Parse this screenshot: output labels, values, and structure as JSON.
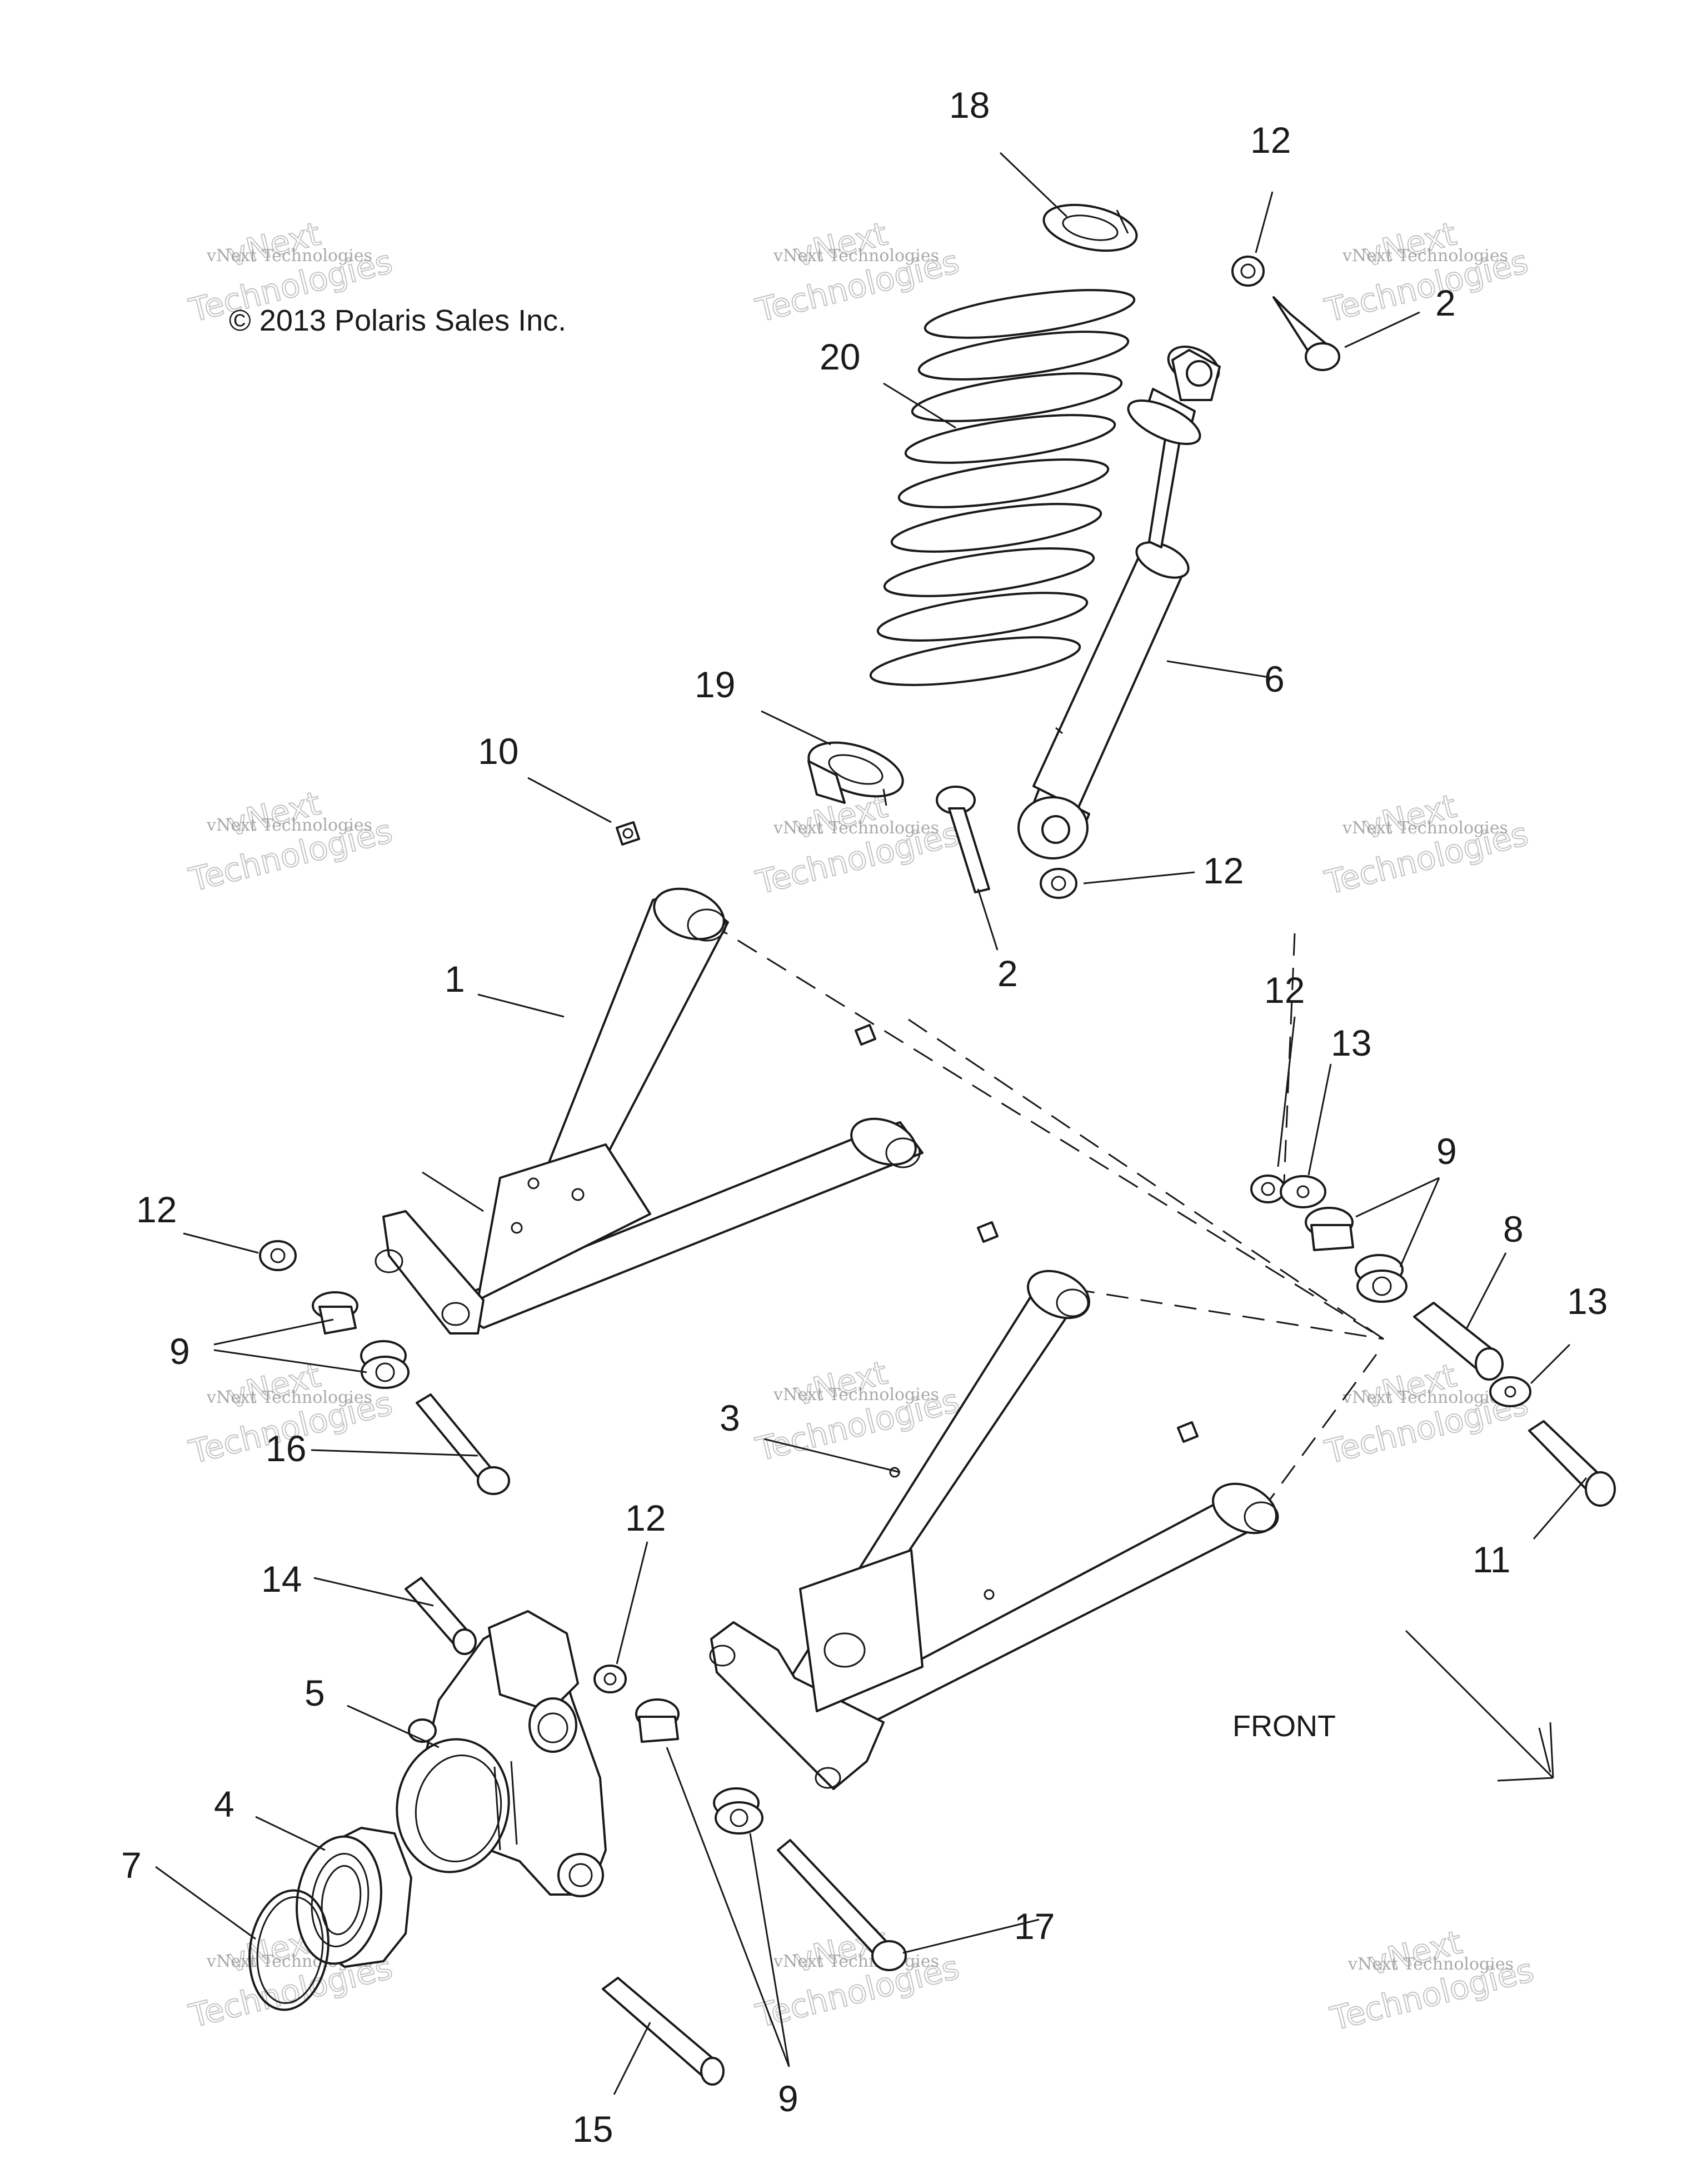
{
  "copyright": "© 2013 Polaris Sales Inc.",
  "direction_label": "FRONT",
  "watermark": {
    "line1": "vNext Technologies",
    "line2": "Technologies",
    "line3": "vNext"
  },
  "callouts": {
    "c18": "18",
    "c12a": "12",
    "c2a": "2",
    "c20": "20",
    "c6": "6",
    "c19": "19",
    "c10": "10",
    "c2b": "2",
    "c12b": "12",
    "c1": "1",
    "c12c": "12",
    "c13a": "13",
    "c9a": "9",
    "c12d": "12",
    "c8": "8",
    "c9b": "9",
    "c13b": "13",
    "c3": "3",
    "c16": "16",
    "c11": "11",
    "c12e": "12",
    "c14": "14",
    "c5": "5",
    "c4": "4",
    "c7": "7",
    "c17": "17",
    "c9c": "9",
    "c15": "15"
  }
}
